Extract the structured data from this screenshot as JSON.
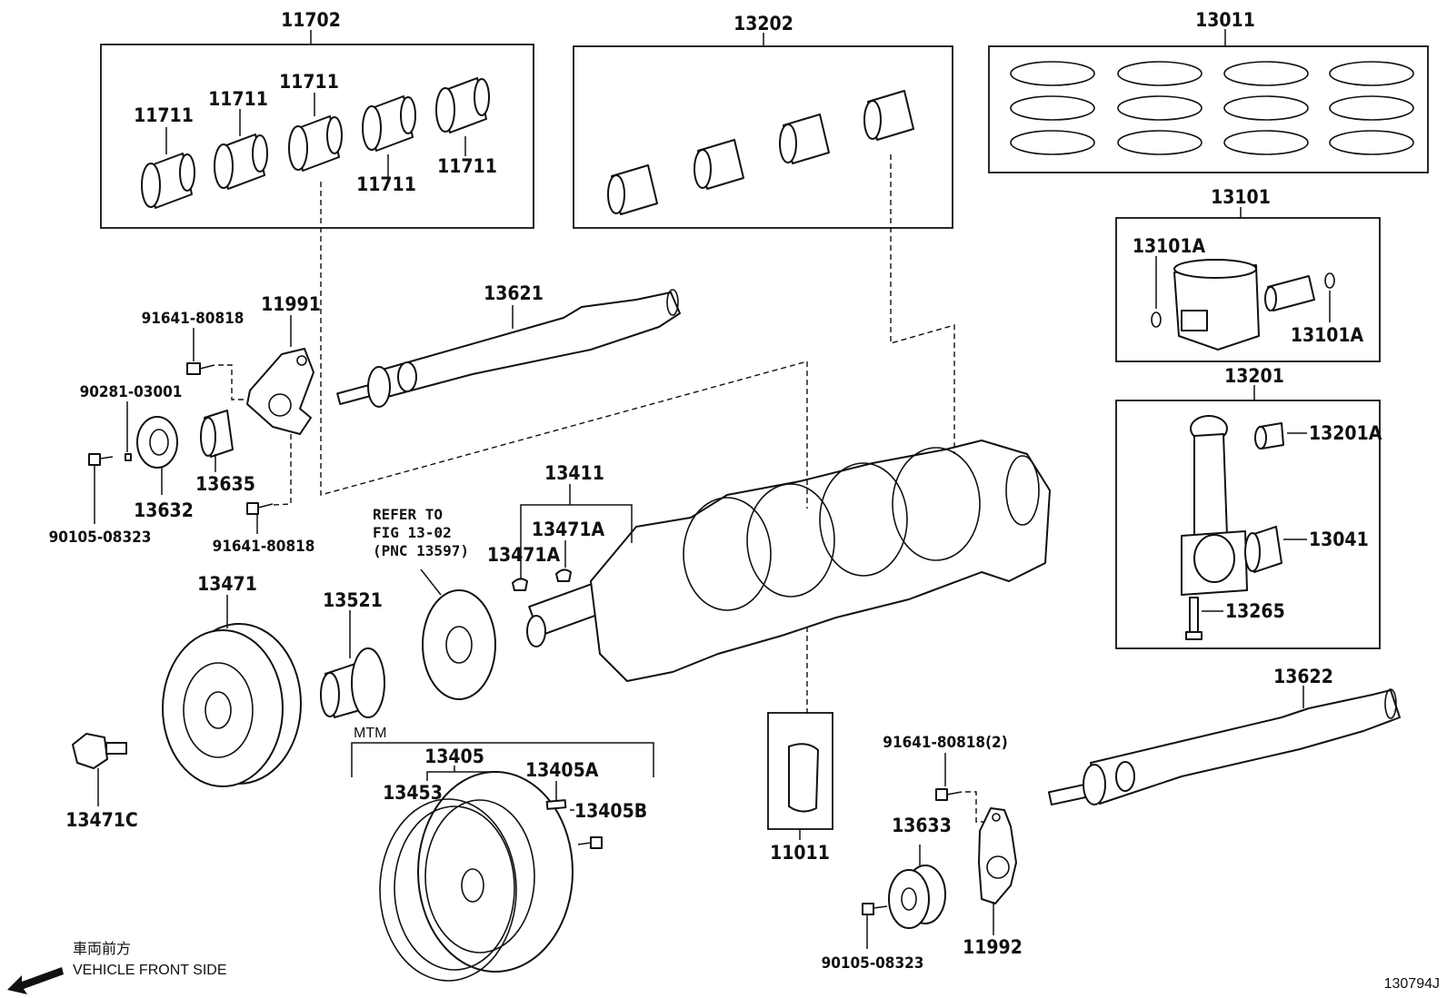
{
  "groups": {
    "main_bearing_set": {
      "pnc": "11702",
      "items": [
        "11711",
        "11711",
        "11711",
        "11711",
        "11711"
      ]
    },
    "rod_bearing_set": {
      "pnc": "13202"
    },
    "piston_ring_set": {
      "pnc": "13011"
    },
    "piston_sub_assy": {
      "pnc": "13101",
      "items": [
        "13101A",
        "13101A"
      ]
    },
    "connecting_rod_sub_assy": {
      "pnc": "13201",
      "items": [
        "13201A",
        "13041",
        "13265"
      ]
    },
    "crankshaft": {
      "pnc": "13411",
      "items": [
        "13471A",
        "13471A"
      ]
    },
    "flywheel_mtm": {
      "label": "MTM",
      "pnc": "13405",
      "items": [
        "13453",
        "13405A",
        "13405B"
      ]
    }
  },
  "parts": {
    "balance_shaft_1": "13621",
    "balance_shaft_2": "13622",
    "bolt_91641_top": "91641-80818",
    "pin_90281": "90281-03001",
    "bolt_90105_left": "90105-08323",
    "bolt_91641_bottom": "91641-80818",
    "plate_11991": "11991",
    "spacer_13635": "13635",
    "gear_13632": "13632",
    "pulley_13471": "13471",
    "bolt_13471c": "13471C",
    "sprocket_13521": "13521",
    "thrust_washer_11011": "11011",
    "bolt_91641_right": "91641-80818(2)",
    "gear_13633": "13633",
    "bolt_90105_right": "90105-08323",
    "plate_11992": "11992"
  },
  "reference_note": [
    "REFER TO",
    "FIG 13-02",
    "(PNC 13597)"
  ],
  "direction": {
    "japanese": "車両前方",
    "english": "VEHICLE FRONT SIDE"
  },
  "figure_id": "130794J"
}
